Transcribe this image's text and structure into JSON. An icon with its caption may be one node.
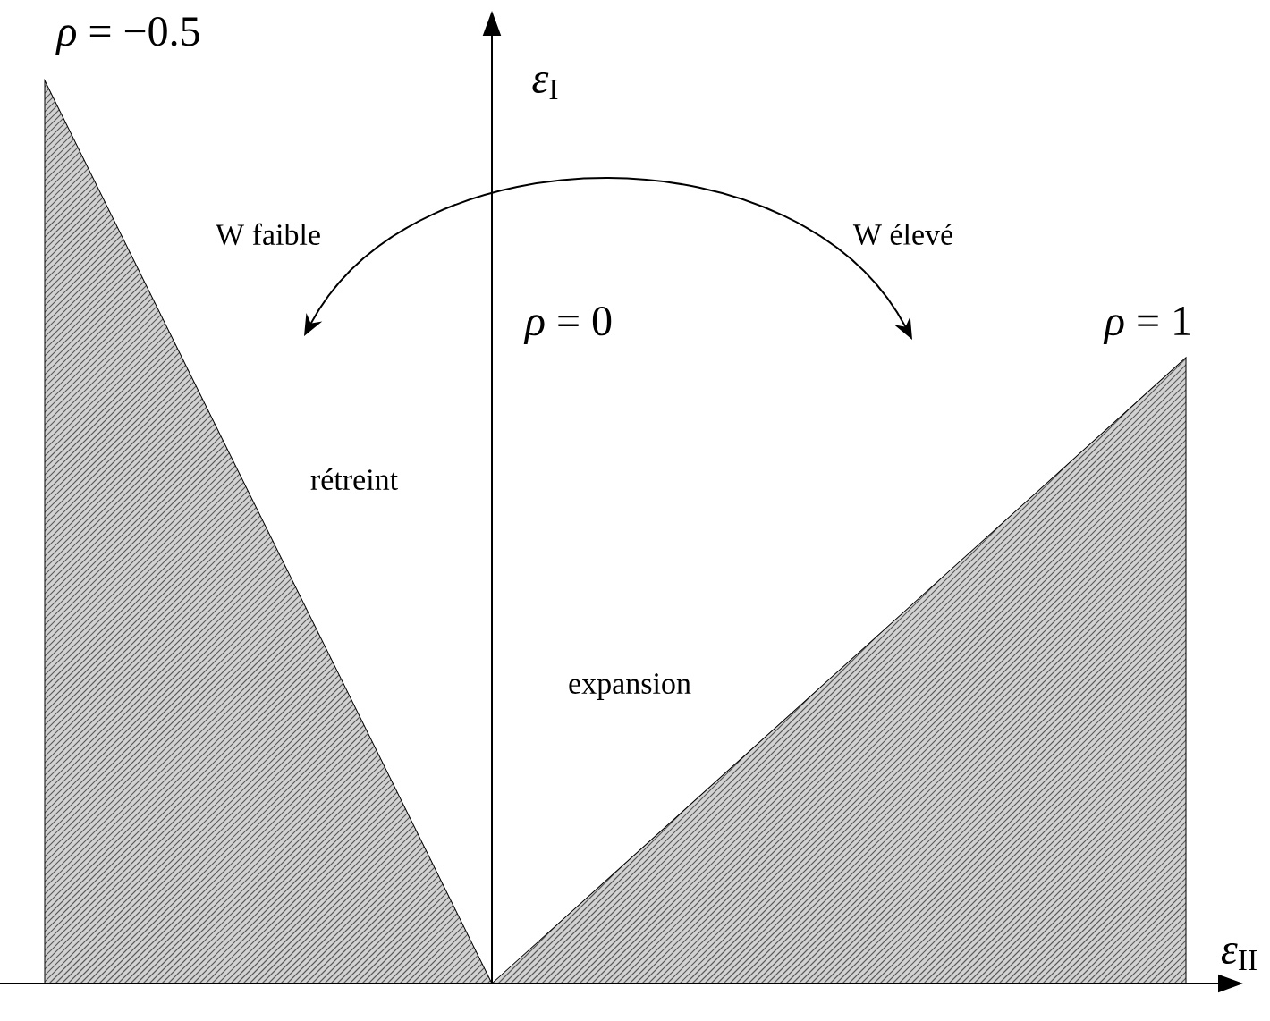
{
  "diagram": {
    "labels": [
      "*ρ* = −0.5",
      "*ε*$_{I}$",
      "W faible",
      "W élevé",
      "*ρ* = 0",
      "*ρ* = 1",
      "rétreint",
      "expansion",
      "*ε*$_{II}$"
    ]
  }
}
